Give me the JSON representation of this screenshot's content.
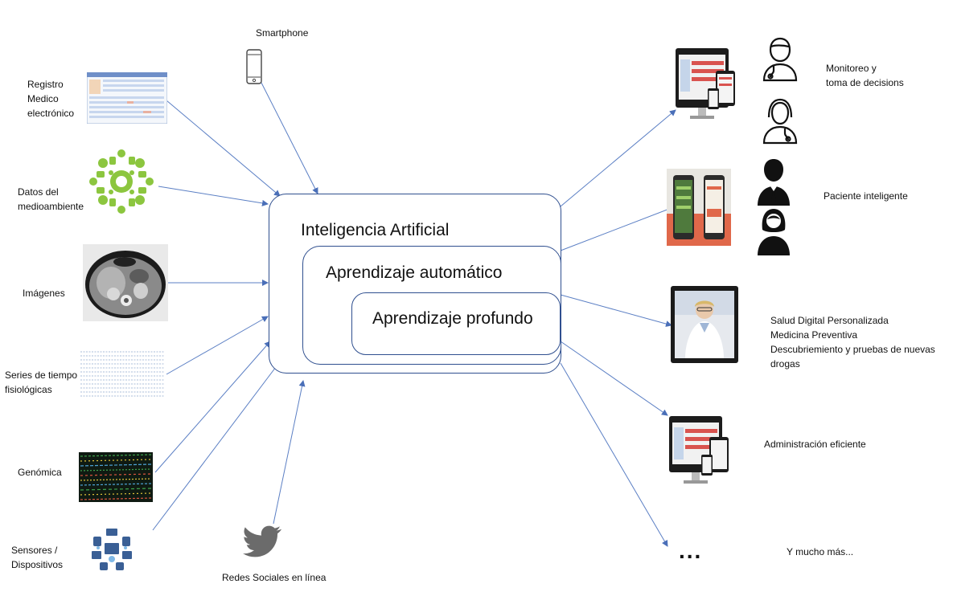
{
  "inputs": {
    "smartphone": "Smartphone",
    "registro": [
      "Registro",
      "Medico",
      "electrónico"
    ],
    "datos": [
      "Datos del",
      "medioambiente"
    ],
    "imagenes": "Imágenes",
    "series": [
      "Series de tiempo",
      "fisiológicas"
    ],
    "genomica": "Genómica",
    "sensores": [
      "Sensores /",
      "Dispositivos"
    ],
    "redes": "Redes Sociales en línea"
  },
  "core": {
    "ia": "Inteligencia Artificial",
    "ml": "Aprendizaje automático",
    "dl": "Aprendizaje profundo"
  },
  "outputs": {
    "monitoreo": [
      "Monitoreo y",
      "toma de decisions"
    ],
    "paciente": "Paciente inteligente",
    "salud": [
      "Salud Digital Personalizada",
      "Medicina Preventiva",
      "Descubriemiento y pruebas de nuevas",
      "drogas"
    ],
    "admin": "Administración eficiente",
    "mas": "Y mucho más...",
    "ellipsis": "..."
  },
  "colors": {
    "arrow": "#5b7fc4",
    "box_border": "#2f4f8f",
    "env_green": "#8cc63f"
  }
}
